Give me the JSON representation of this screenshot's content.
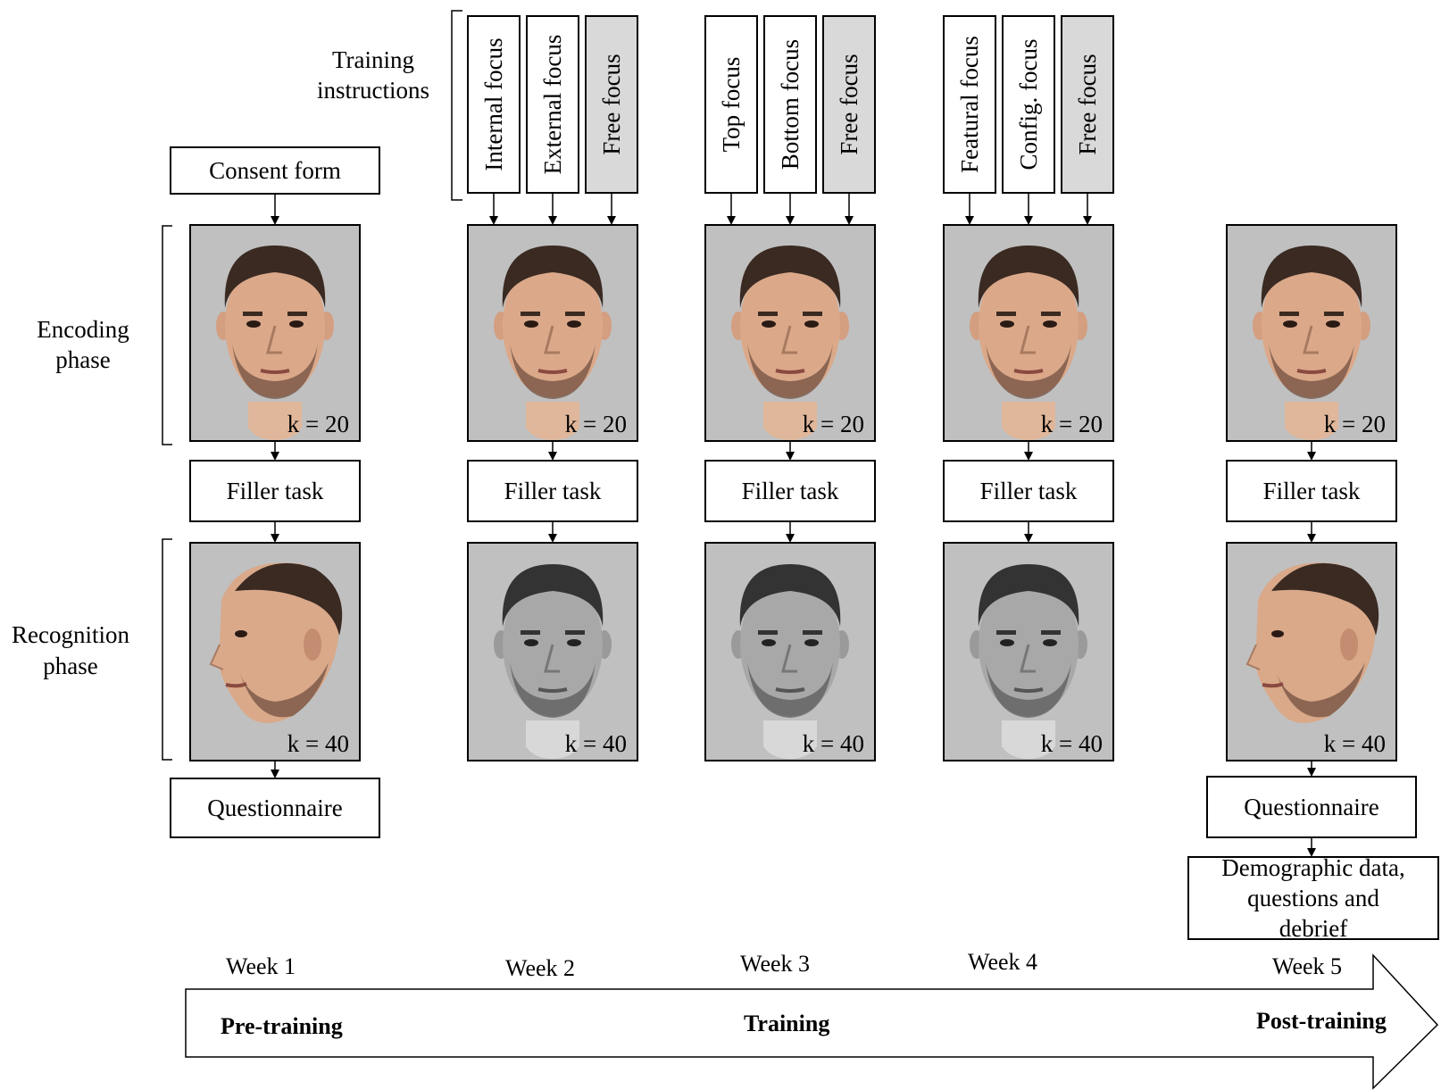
{
  "row_labels": {
    "training": "Training instructions",
    "encoding": "Encoding phase",
    "recognition": "Recognition phase"
  },
  "boxes": {
    "consent": "Consent form",
    "filler": "Filler task",
    "questionnaire": "Questionnaire",
    "demographic": "Demographic data, questions and debrief"
  },
  "training_instructions": [
    [
      "Internal focus",
      "External focus",
      "Free focus"
    ],
    [
      "Top focus",
      "Bottom focus",
      "Free focus"
    ],
    [
      "Featural focus",
      "Config. focus",
      "Free focus"
    ]
  ],
  "encoding_k": "k = 20",
  "recognition_k": "k = 40",
  "weeks": [
    "Week 1",
    "Week 2",
    "Week 3",
    "Week 4",
    "Week 5"
  ],
  "stages": [
    "Pre-training",
    "Training",
    "Post-training"
  ],
  "colors": {
    "panel_bg": "#c0c0c0",
    "free_focus_fill": "#d9d9d9",
    "skin": "#d9a98a",
    "hair": "#3a2a22"
  },
  "recognition_views": [
    "profile-color",
    "frontal-grayscale",
    "frontal-grayscale",
    "frontal-grayscale",
    "profile-color"
  ]
}
